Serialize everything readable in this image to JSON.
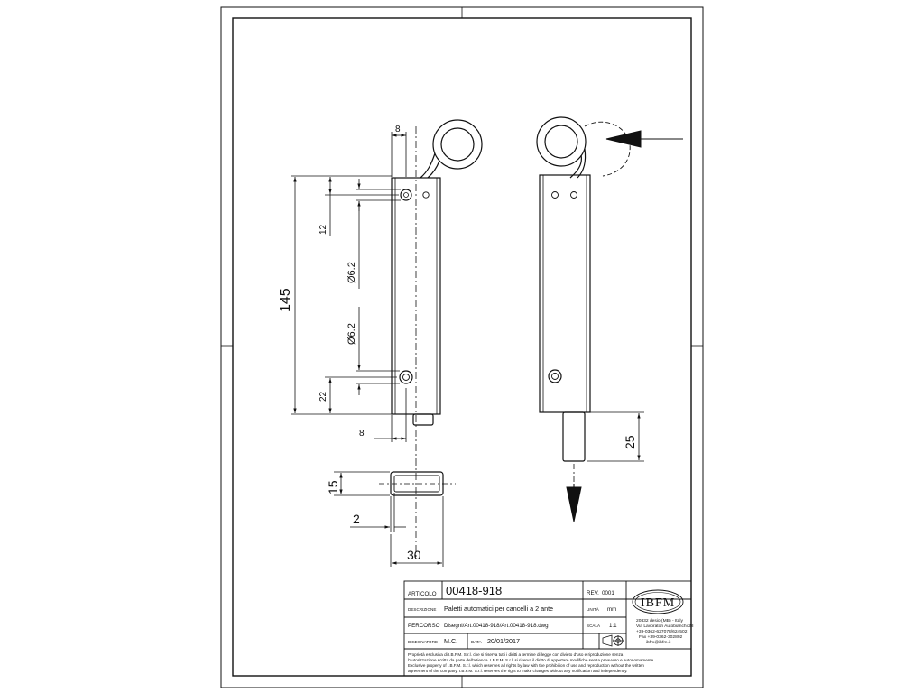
{
  "drawing": {
    "dimensions": {
      "top_width": "8",
      "hole_offset_top": "12",
      "hole_diameter_top": "Ø6.2",
      "total_length": "145",
      "hole_diameter_bottom": "Ø6.2",
      "hole_offset_bottom": "22",
      "bottom_width": "8",
      "section_height": "15",
      "wall_thickness": "2",
      "section_width": "30",
      "pin_extension": "25"
    }
  },
  "title_block": {
    "articolo_label": "ARTICOLO",
    "articolo_value": "00418-918",
    "rev_label": "REV.",
    "rev_value": "0001",
    "descrizione_label": "DESCRIZIONE",
    "descrizione_value": "Paletti automatici per cancelli a 2 ante",
    "unita_label": "UNITÀ",
    "unita_value": "mm",
    "percorso_label": "PERCORSO",
    "percorso_value": "Disegni/Art.00418-918/Art.00418-918.dwg",
    "scala_label": "SCALA",
    "scala_value": "1:1",
    "disegnatore_label": "DISEGNATORE",
    "disegnatore_value": "M.C.",
    "data_label": "DATA",
    "data_value": "20/01/2017",
    "logo_text": "IBFM",
    "address_1": "20832 desio (MB) - Italy",
    "address_2": "Via Lavoratori Autobianchi,28",
    "address_3": "+39-0362-627078/624502",
    "address_4": "Fax +39-0362-302892",
    "address_5": "ibfm@ibfm.it",
    "disclaimer_1": "Proprietà esclusiva di I.B.F.M. S.r.l. che si riserva tutti i diritti a termine di legge con divieto d'uso e riproduzione senza",
    "disclaimer_2": "l'autorizzazione scritta da parte dell'azienda. I.B.F.M. S.r.l. si riserva il diritto di apportare modifiche senza preavviso e autonomamente.",
    "disclaimer_3": "Exclusive property of I.B.F.M. S.r.l. which reserves all rights by law with the prohibition of use and reproduction without the written",
    "disclaimer_4": "agreement of the company. I.B.F.M. S.r.l. reserves the right to make changes without any notification and independently."
  }
}
